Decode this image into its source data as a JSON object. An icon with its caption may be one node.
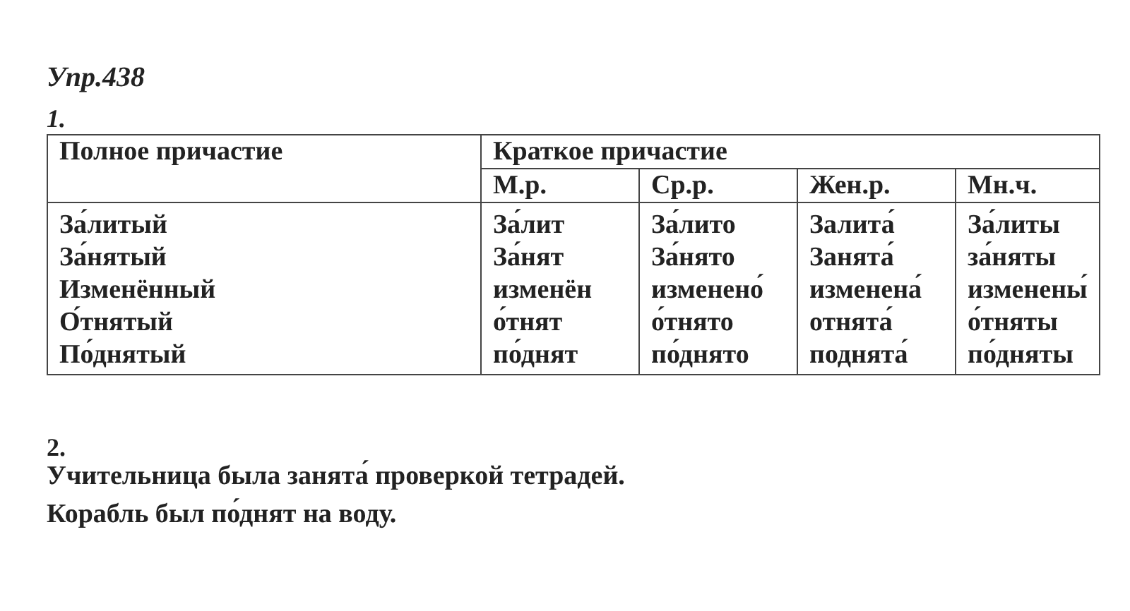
{
  "diagram": {
    "labels": [
      "Упр.438",
      "1.",
      "Полное причастие",
      "Краткое причастие",
      "М.р.",
      "Ср.р.",
      "Жен.р.",
      "Мн.ч.",
      "За́литый",
      "За́лит",
      "За́лито",
      "Залита́",
      "За́литы",
      "За́нятый",
      "За́нят",
      "За́нято",
      "Занята́",
      "за́няты",
      "Изменённый",
      "изменён",
      "изменено́",
      "изменена́",
      "изменены́",
      "О́тнятый",
      "о́тнят",
      "о́тнято",
      "отнята́",
      "о́тняты",
      "По́днятый",
      "по́днят",
      "по́днято",
      "поднята́",
      "по́дняты",
      "2.",
      "Учительница была занята́ проверкой тетрадей.",
      "Корабль был по́днят на воду."
    ]
  }
}
